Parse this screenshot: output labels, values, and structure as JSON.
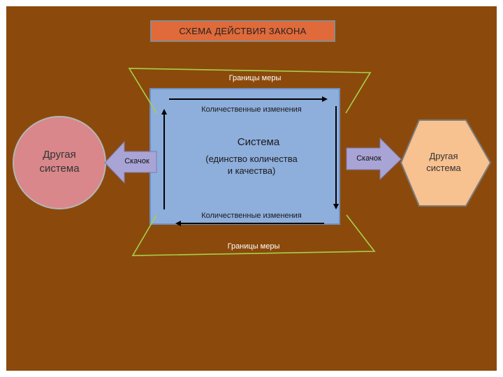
{
  "title": "СХЕМА ДЕЙСТВИЯ ЗАКОНА",
  "boundary_top": "Границы меры",
  "boundary_bottom": "Границы меры",
  "changes_top": "Количественные изменения",
  "changes_bottom": "Количественные изменения",
  "system": {
    "title": "Система",
    "subtitle_line1": "(единство количества",
    "subtitle_line2": "и качества)"
  },
  "left_system": {
    "line1": "Другая",
    "line2": "система"
  },
  "right_system": {
    "line1": "Другая",
    "line2": "система"
  },
  "left_jump": "Скачок",
  "right_jump": "Скачок",
  "colors": {
    "background": "#8b4a0c",
    "title_box": "#e06a3a",
    "center_box": "#8eaedc",
    "left_circle": "#d9878a",
    "right_hexagon": "#f7c190",
    "arrow_fill": "#a9a4d6",
    "boundary_lines": "#a8d04a"
  }
}
